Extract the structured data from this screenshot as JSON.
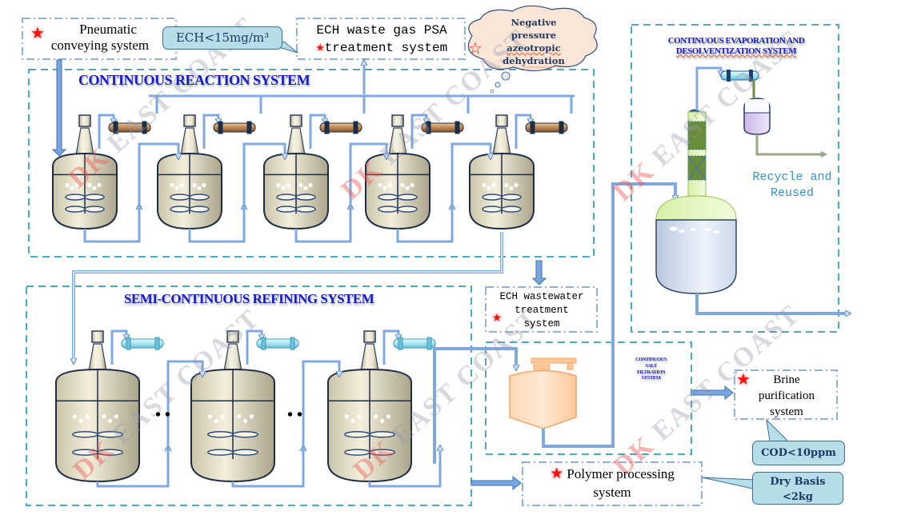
{
  "diagram": {
    "sections": {
      "reaction": {
        "title": "CONTINUOUS REACTION SYSTEM",
        "reactor_count": 5
      },
      "refining": {
        "title": "SEMI-CONTINUOUS REFINING SYSTEM",
        "reactor_count": 3
      },
      "evaporation": {
        "title_line1": "CONTINUOUS EVAPORATION AND",
        "title_line2": "DESOLVENTIZATION SYSTEM"
      },
      "salt_filtration": {
        "title_line1": "CONTINUOUS",
        "title_line2": "SALT",
        "title_line3": "FILTRATION",
        "title_line4": "SYSTEM"
      }
    },
    "boxes": {
      "pneumatic": {
        "line1": "Pneumatic",
        "line2": "conveying system",
        "icon": "star-filled-icon"
      },
      "psa": {
        "line1": "ECH waste gas PSA",
        "line2": "treatment system",
        "icon": "star-filled-icon"
      },
      "wastewater": {
        "line1": "ECH wastewater",
        "line2": "treatment",
        "line3": "system",
        "icon": "star-filled-icon"
      },
      "brine": {
        "line1": "Brine",
        "line2": "purification",
        "line3": "system",
        "icon": "star-filled-icon"
      },
      "polymer": {
        "line1": "Polymer processing",
        "line2": "system",
        "icon": "star-filled-icon"
      }
    },
    "cloud": {
      "line1": "Negative",
      "line2": "pressure",
      "line3": "azeotropic",
      "line4": "dehydration",
      "icon": "star-outline-icon"
    },
    "callouts": {
      "ech_limit": "ECH<15mg/m³",
      "cod_limit": "COD<10ppm",
      "dry_basis_line1": "Dry Basis",
      "dry_basis_line2": "<2kg"
    },
    "recycle": {
      "line1": "Recycle and",
      "line2": "Reused"
    },
    "ellipsis": "• •",
    "watermark": {
      "brand": "DK",
      "text": "EAST COAST"
    },
    "colors": {
      "section_border": "#4aa8c0",
      "box_border": "#8fb0d8",
      "pipe": "#7fa8e0",
      "title": "#1a1ac8",
      "star": "#ff1010",
      "callout_fill": "#b7dde9",
      "recycle_text": "#3b8fc8"
    }
  }
}
